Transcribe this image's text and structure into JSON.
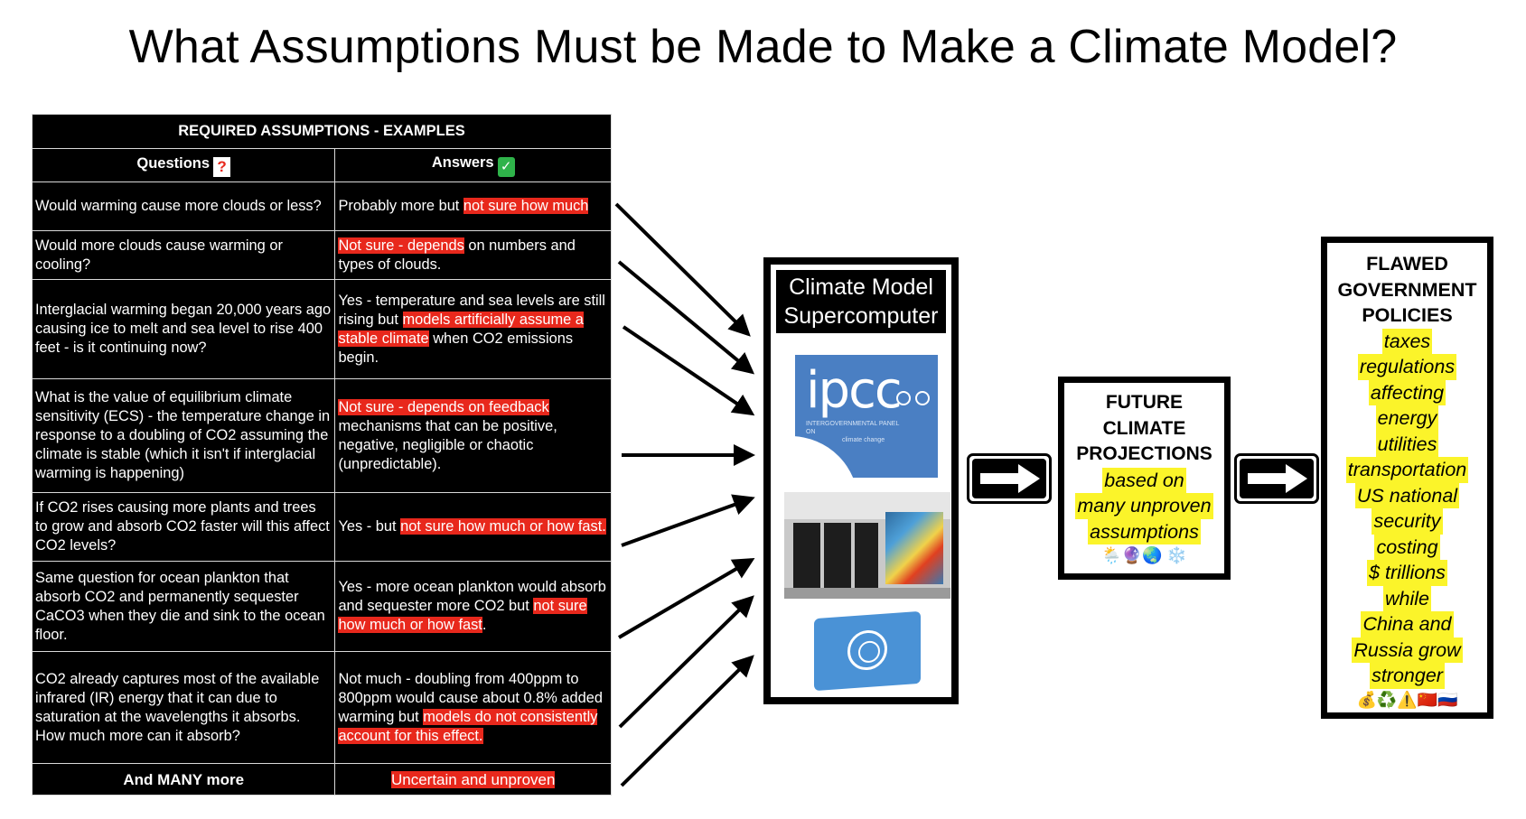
{
  "title": "What Assumptions Must be Made to Make a Climate Model?",
  "table": {
    "heading": "REQUIRED ASSUMPTIONS - EXAMPLES",
    "col_questions": "Questions",
    "col_answers": "Answers",
    "question_badge": "?",
    "answer_badge": "✓",
    "rows": [
      {
        "q": "Would warming cause more clouds or less?",
        "a": [
          {
            "t": "Probably more but ",
            "hl": false
          },
          {
            "t": "not sure how much",
            "hl": true
          }
        ]
      },
      {
        "q": "Would more clouds cause warming or cooling?",
        "a": [
          {
            "t": "Not sure - depends",
            "hl": true
          },
          {
            "t": " on numbers and types of clouds.",
            "hl": false
          }
        ]
      },
      {
        "q": "Interglacial warming began 20,000 years ago causing ice to melt and sea level to rise 400 feet - is it continuing now?",
        "a": [
          {
            "t": "Yes - temperature and sea levels are still rising but ",
            "hl": false
          },
          {
            "t": "models artificially assume a stable climate",
            "hl": true
          },
          {
            "t": " when CO2 emissions begin.",
            "hl": false
          }
        ]
      },
      {
        "q": "What is the value of equilibrium climate sensitivity (ECS) - the temperature change in response to a doubling of CO2 assuming the climate is stable (which it isn't if interglacial warming is happening)",
        "a": [
          {
            "t": "Not sure - depends on feedback",
            "hl": true
          },
          {
            "t": " mechanisms that can be positive, negative, negligible or chaotic (unpredictable).",
            "hl": false
          }
        ]
      },
      {
        "q": "If CO2 rises causing more plants and trees to grow and absorb CO2 faster will this affect CO2 levels?",
        "a": [
          {
            "t": "Yes - but ",
            "hl": false
          },
          {
            "t": "not sure how much or how fast.",
            "hl": true
          }
        ]
      },
      {
        "q": "Same question for ocean plankton that absorb CO2 and permanently sequester CaCO3 when they die and sink to the ocean floor.",
        "a": [
          {
            "t": "Yes - more ocean plankton would absorb and sequester more CO2 but ",
            "hl": false
          },
          {
            "t": "not sure how much or how fast",
            "hl": true
          },
          {
            "t": ".",
            "hl": false
          }
        ]
      },
      {
        "q": "CO2 already captures most of the available infrared (IR) energy that it can due to saturation at the wavelengths it absorbs. How much more can it absorb?",
        "a": [
          {
            "t": "Not much - doubling from 400ppm to 800ppm would cause about 0.8% added warming but ",
            "hl": false
          },
          {
            "t": "models do not consistently account for this effect.",
            "hl": true
          }
        ]
      }
    ],
    "last_row": {
      "q": "And MANY more",
      "a": "Uncertain and unproven"
    }
  },
  "model_box": {
    "title_line1": "Climate Model",
    "title_line2": "Supercomputer",
    "ipcc_word": "ipcc",
    "ipcc_small_line1": "INTERGOVERNMENTAL PANEL ON",
    "ipcc_small_line2": "climate change"
  },
  "projections": {
    "title": [
      "FUTURE",
      "CLIMATE",
      "PROJECTIONS"
    ],
    "highlights": [
      "based on",
      "many unproven",
      "assumptions"
    ],
    "emojis": "🌦️🔮🌏 ❄️"
  },
  "policies": {
    "title": [
      "FLAWED",
      "GOVERNMENT",
      "POLICIES"
    ],
    "items": [
      "taxes",
      "regulations",
      "affecting",
      "energy",
      "utilities",
      "transportation",
      "US national",
      "security",
      "costing",
      "$ trillions",
      "while",
      "China and",
      "Russia grow",
      "stronger"
    ],
    "emojis": "💰♻️⚠️🇨🇳🇷🇺"
  },
  "colors": {
    "highlight_red": "#e8281c",
    "highlight_yellow": "#fbf42a",
    "ipcc_blue": "#4a7fc3",
    "un_blue": "#4a92d6"
  }
}
